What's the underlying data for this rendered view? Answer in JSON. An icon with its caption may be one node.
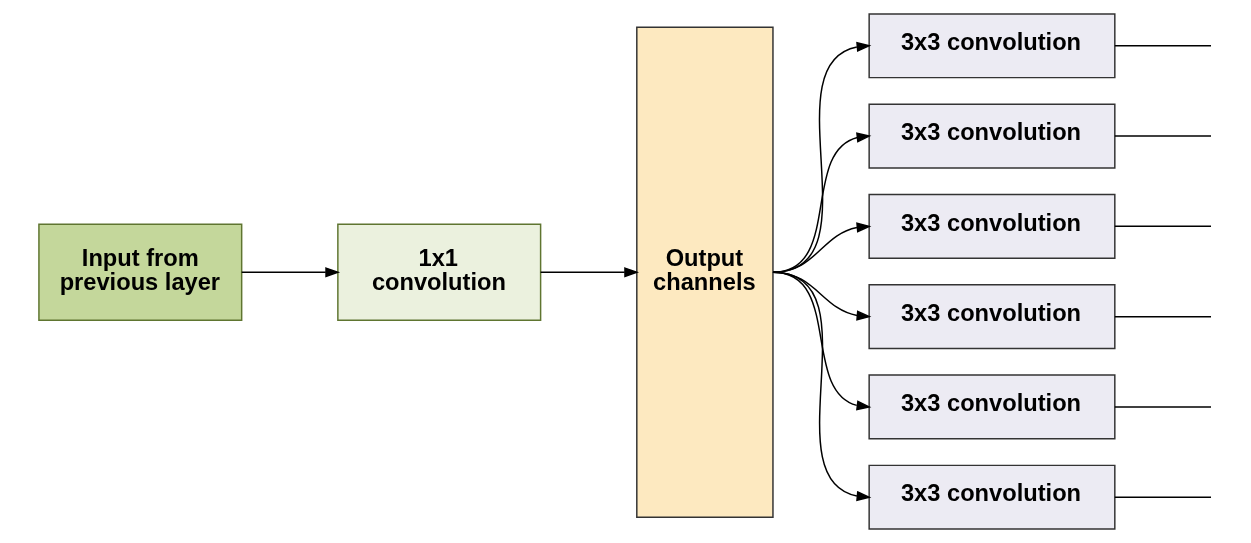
{
  "diagram": {
    "nodes": [
      {
        "text": [
          "Input from previous layer"
        ]
      },
      {
        "text": [
          "1x1 convolution"
        ]
      },
      {
        "text": [
          "Output channels"
        ]
      },
      {
        "text": [
          "3x3 convolution"
        ]
      },
      {
        "text": [
          "3x3 convolution"
        ]
      },
      {
        "text": [
          "3x3 convolution"
        ]
      },
      {
        "text": [
          "3x3 convolution"
        ]
      },
      {
        "text": [
          "3x3 convolution"
        ]
      },
      {
        "text": [
          "3x3 convolution"
        ]
      }
    ],
    "edges": [
      {
        "from": 0,
        "to": 1,
        "arrow": "to"
      },
      {
        "from": 1,
        "to": 2,
        "arrow": "to"
      },
      {
        "from": 2,
        "to": 3,
        "arrow": "to"
      },
      {
        "from": 2,
        "to": 4,
        "arrow": "to"
      },
      {
        "from": 2,
        "to": 5,
        "arrow": "to"
      },
      {
        "from": 2,
        "to": 6,
        "arrow": "to"
      },
      {
        "from": 2,
        "to": 7,
        "arrow": "to"
      },
      {
        "from": 2,
        "to": 8,
        "arrow": "to"
      },
      {
        "from": 3,
        "to": null,
        "arrow": "none"
      },
      {
        "from": 4,
        "to": null,
        "arrow": "none"
      },
      {
        "from": 5,
        "to": null,
        "arrow": "none"
      },
      {
        "from": 6,
        "to": null,
        "arrow": "none"
      },
      {
        "from": 7,
        "to": null,
        "arrow": "none"
      },
      {
        "from": 8,
        "to": null,
        "arrow": "none"
      }
    ]
  }
}
